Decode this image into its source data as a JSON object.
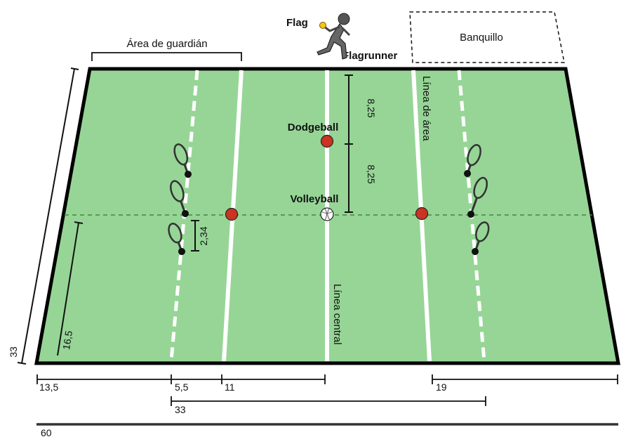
{
  "labels": {
    "guardian_area": "Área de guardián",
    "flag": "Flag",
    "flagrunner": "Flagrunner",
    "bench": "Banquillo",
    "area_line": "Línea de área",
    "center_line": "Línea central",
    "dodgeball": "Dodgeball",
    "volleyball": "Volleyball"
  },
  "dimensions": {
    "width_left": "33",
    "height_half": "16,5",
    "top_segment_1": "8,25",
    "top_segment_2": "8,25",
    "stick_gap": "2,34",
    "bottom_13_5": "13,5",
    "bottom_5_5": "5,5",
    "bottom_11": "11",
    "bottom_19": "19",
    "bottom_33": "33",
    "bottom_60": "60"
  },
  "colors": {
    "field": "#96d596",
    "line": "#ffffff",
    "border": "#000000",
    "ball_red": "#cc3322",
    "flag_yellow": "#f5c518"
  },
  "icons": [
    "racket-icon",
    "ball-icon",
    "volleyball-icon",
    "flagrunner-icon"
  ]
}
